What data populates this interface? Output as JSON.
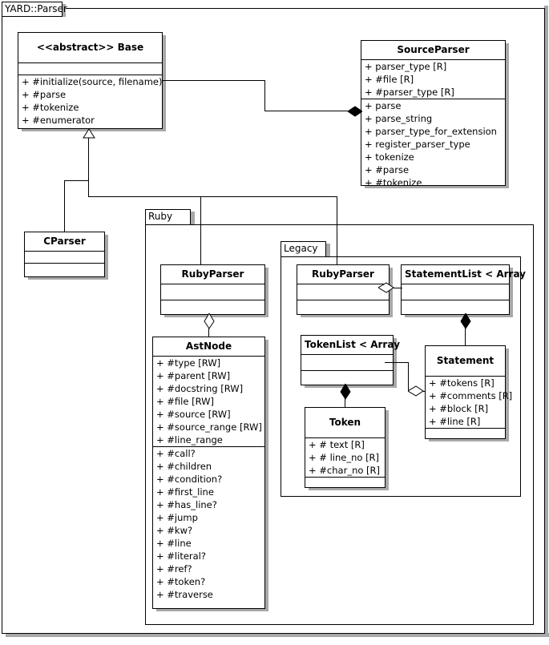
{
  "diagram": {
    "type": "uml-class-diagram",
    "frame_label": "YARD::Parser",
    "packages": [
      {
        "id": "ruby",
        "label": "Ruby"
      },
      {
        "id": "legacy",
        "label": "Legacy"
      }
    ],
    "classes": [
      {
        "id": "base",
        "name": "<<abstract>> Base",
        "attributes": [],
        "operations": [
          "+ #initialize(source, filename)",
          "+ #parse",
          "+ #tokenize",
          "+ #enumerator"
        ]
      },
      {
        "id": "sourceparser",
        "name": "SourceParser",
        "attributes": [
          "+ parser_type [R]",
          "+ #file [R]",
          "+ #parser_type [R]"
        ],
        "operations": [
          "+ parse",
          "+ parse_string",
          "+ parser_type_for_extension",
          "+ register_parser_type",
          "+ tokenize",
          "+ #parse",
          "+ #tokenize"
        ]
      },
      {
        "id": "cparser",
        "name": "CParser",
        "attributes": [],
        "operations": []
      },
      {
        "id": "ruby-rubyparser",
        "name": "RubyParser",
        "attributes": [],
        "operations": []
      },
      {
        "id": "astnode",
        "name": "AstNode",
        "attributes": [
          "+ #type [RW]",
          "+ #parent [RW]",
          "+ #docstring [RW]",
          "+ #file [RW]",
          "+ #source [RW]",
          "+ #source_range [RW]",
          "+ #line_range"
        ],
        "operations": [
          "+ #call?",
          "+ #children",
          "+ #condition?",
          "+ #first_line",
          "+ #has_line?",
          "+ #jump",
          "+ #kw?",
          "+ #line",
          "+ #literal?",
          "+ #ref?",
          "+ #token?",
          "+ #traverse"
        ]
      },
      {
        "id": "legacy-rubyparser",
        "name": "RubyParser",
        "attributes": [],
        "operations": []
      },
      {
        "id": "statementlist",
        "name": "StatementList < Array",
        "attributes": [],
        "operations": []
      },
      {
        "id": "tokenlist",
        "name": "TokenList < Array",
        "attributes": [],
        "operations": []
      },
      {
        "id": "statement",
        "name": "Statement",
        "attributes": [
          "+ #tokens [R]",
          "+ #comments [R]",
          "+ #block [R]",
          "+ #line [R]"
        ],
        "operations": []
      },
      {
        "id": "token",
        "name": "Token",
        "attributes": [
          "+ # text [R]",
          "+ # line_no [R]",
          "+ #char_no [R]"
        ],
        "operations": []
      }
    ],
    "relationships": [
      {
        "kind": "composition",
        "from": "sourceparser",
        "to": "base",
        "marker": "filled-diamond"
      },
      {
        "kind": "generalization",
        "from": "cparser",
        "to": "base",
        "marker": "hollow-triangle"
      },
      {
        "kind": "generalization",
        "from": "ruby-rubyparser",
        "to": "base",
        "marker": "hollow-triangle"
      },
      {
        "kind": "generalization",
        "from": "legacy-rubyparser",
        "to": "base",
        "marker": "hollow-triangle"
      },
      {
        "kind": "aggregation",
        "from": "ruby-rubyparser",
        "to": "astnode",
        "marker": "open-diamond"
      },
      {
        "kind": "aggregation",
        "from": "legacy-rubyparser",
        "to": "statementlist",
        "marker": "open-diamond"
      },
      {
        "kind": "composition",
        "from": "statementlist",
        "to": "statement",
        "marker": "filled-diamond"
      },
      {
        "kind": "composition",
        "from": "tokenlist",
        "to": "token",
        "marker": "filled-diamond"
      },
      {
        "kind": "aggregation",
        "from": "statement",
        "to": "tokenlist",
        "marker": "open-diamond"
      }
    ],
    "colors": {
      "line": "#000000",
      "fill": "#ffffff",
      "shadow": "#a8a8a8",
      "text": "#000000"
    }
  }
}
